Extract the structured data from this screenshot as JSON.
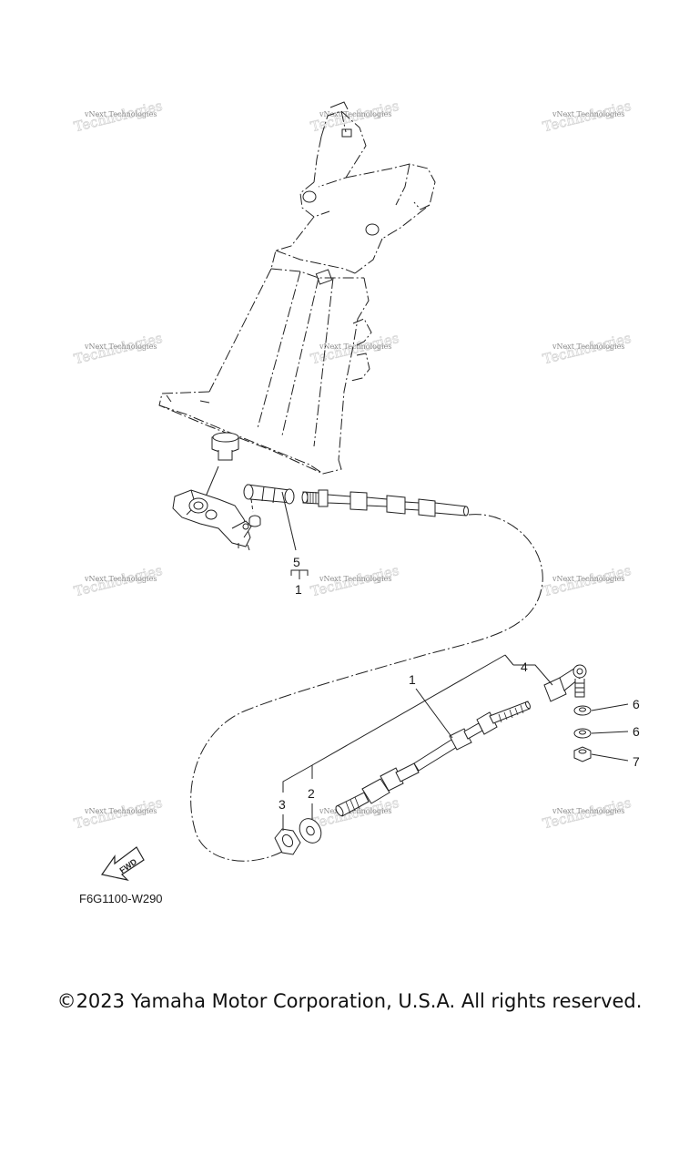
{
  "diagram": {
    "part_code": "F6G1100-W290",
    "fwd_label": "FWD",
    "callouts": {
      "c1_top": "1",
      "c5": "5",
      "c1_low": "1",
      "c4": "4",
      "c6_a": "6",
      "c6_b": "6",
      "c7": "7",
      "c2": "2",
      "c3": "3"
    },
    "watermark": "vNext Technologies",
    "colors": {
      "line": "#222222",
      "background": "#ffffff"
    }
  },
  "footer": {
    "copyright": "©2023 Yamaha Motor Corporation, U.S.A. All rights reserved."
  }
}
